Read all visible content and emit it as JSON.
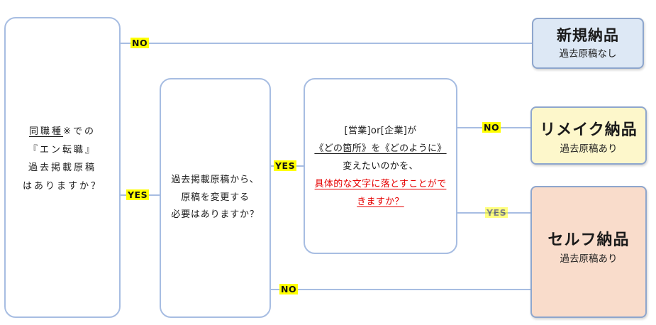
{
  "colors": {
    "node_border": "#a7bde2",
    "outcome_border": "#8ea6cd",
    "connector": "#a7bde2",
    "label_highlight": "#ffff00",
    "new_fill": "#dde8f5",
    "remake_fill": "#fdf7cb",
    "self_fill": "#f9dccb",
    "emphasis_text": "#e60000"
  },
  "question_existing_ad": {
    "line1_underlined": "同職種",
    "line1_rest": "※での",
    "line2": "『エン転職』",
    "line3": "過去掲載原稿",
    "line4": "はありますか？"
  },
  "question_change_needed": {
    "lines": [
      "過去掲載原稿から、",
      "原稿を変更する",
      "必要はありますか？"
    ]
  },
  "question_specific": {
    "line1": "[営業]or[企業]が",
    "line2": "《どの箇所》を《どのように》",
    "line3": "変えたいのかを、",
    "line4": "具体的な文字に落とすことがで",
    "line5": "きますか？"
  },
  "outcome_new": {
    "title": "新規納品",
    "subtitle": "過去原稿なし"
  },
  "outcome_remake": {
    "title": "リメイク納品",
    "subtitle": "過去原稿あり"
  },
  "outcome_self": {
    "title": "セルフ納品",
    "subtitle": "過去原稿あり"
  },
  "edges": {
    "q1_no": "NO",
    "q1_yes": "YES",
    "q2_yes": "YES",
    "q2_no": "NO",
    "q3_no": "NO",
    "q3_yes": "YES"
  }
}
